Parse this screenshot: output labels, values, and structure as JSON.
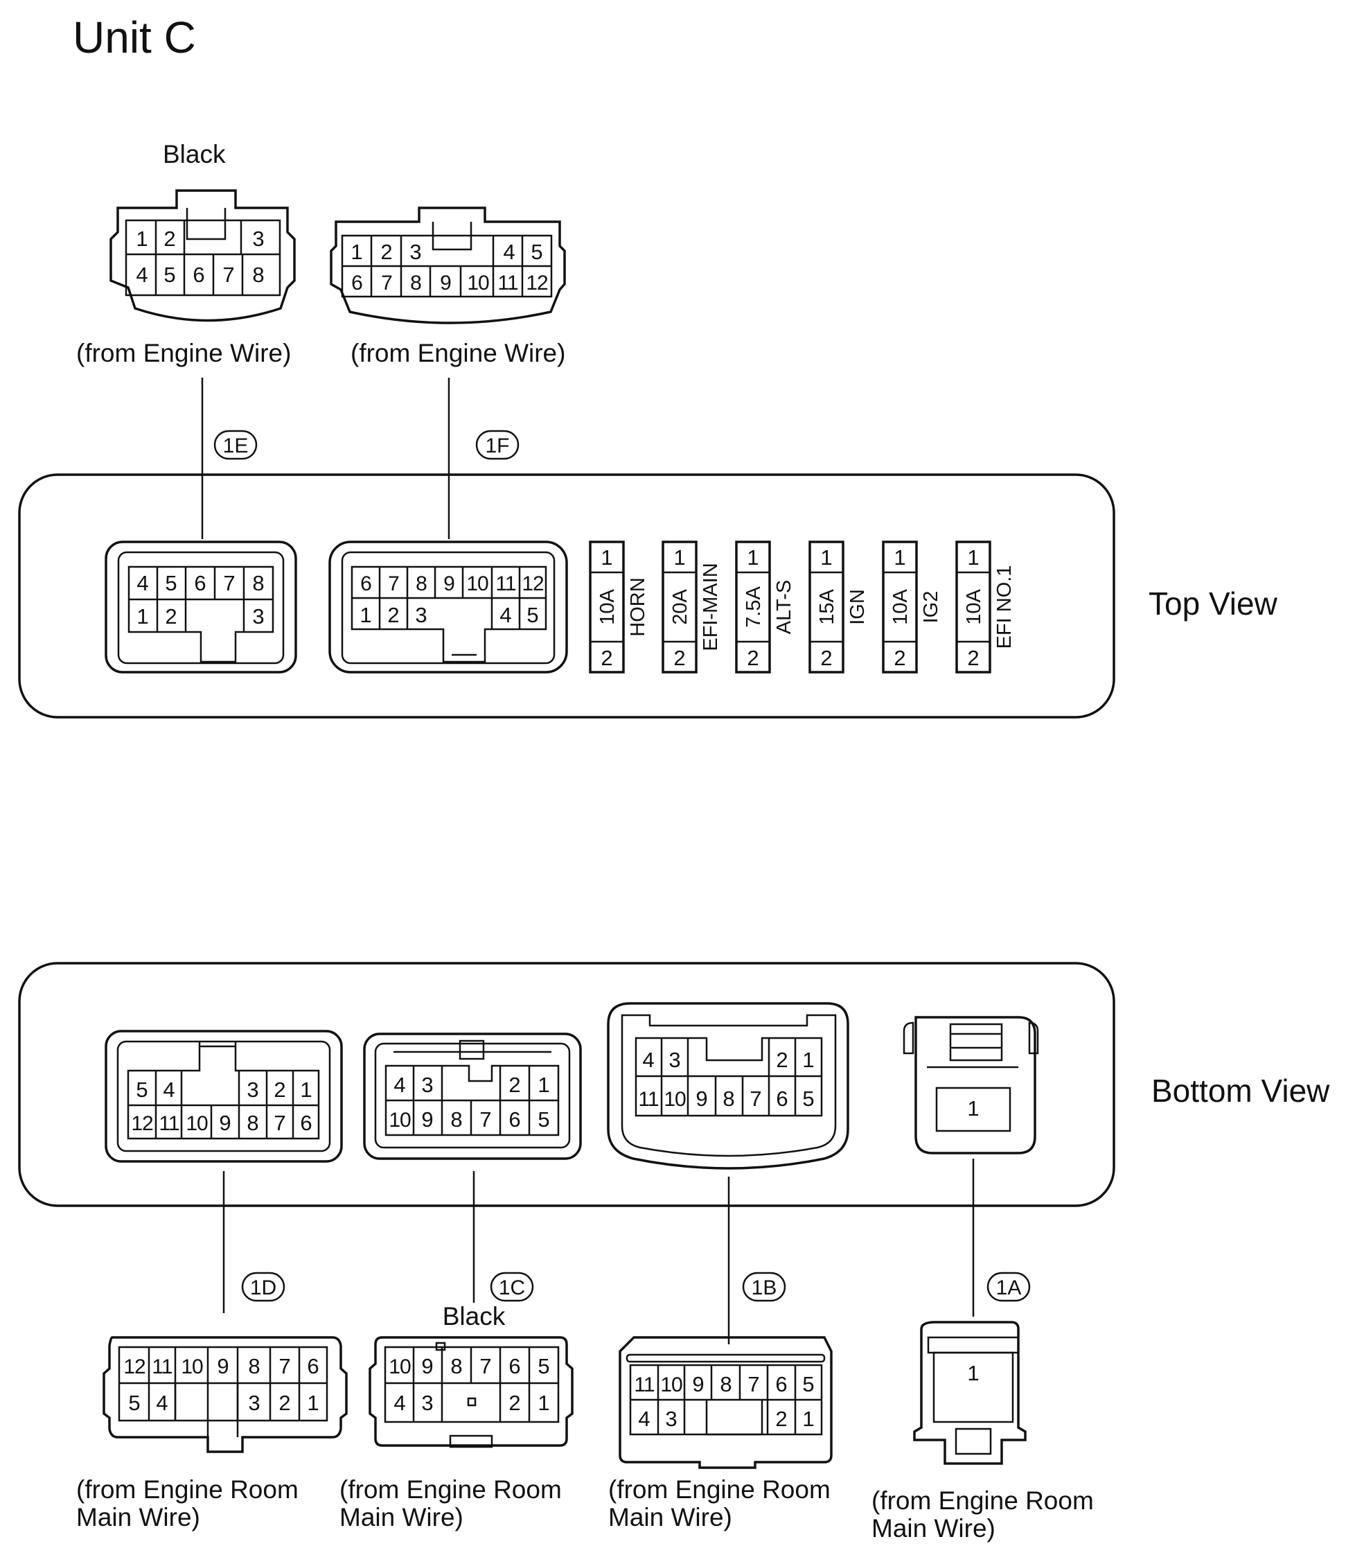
{
  "title": "Unit C",
  "top": {
    "view_label": "Top View",
    "connectors": [
      {
        "code": "1E",
        "color": "Black",
        "source": "(from Engine Wire)",
        "mating_top": [
          "1",
          "2",
          "3"
        ],
        "mating_bottom": [
          "4",
          "5",
          "6",
          "7",
          "8"
        ],
        "box_top": [
          "4",
          "5",
          "6",
          "7",
          "8"
        ],
        "box_bottom": [
          "1",
          "2",
          "3"
        ]
      },
      {
        "code": "1F",
        "source": "(from Engine Wire)",
        "mating_top": [
          "1",
          "2",
          "3",
          "4",
          "5"
        ],
        "mating_bottom": [
          "6",
          "7",
          "8",
          "9",
          "10",
          "11",
          "12"
        ],
        "box_top": [
          "6",
          "7",
          "8",
          "9",
          "10",
          "11",
          "12"
        ],
        "box_bottom": [
          "1",
          "2",
          "3",
          "4",
          "5"
        ]
      }
    ],
    "fuses": [
      {
        "amp": "10A",
        "name": "HORN",
        "pin1": "1",
        "pin2": "2"
      },
      {
        "amp": "20A",
        "name": "EFI-MAIN",
        "pin1": "1",
        "pin2": "2"
      },
      {
        "amp": "7.5A",
        "name": "ALT-S",
        "pin1": "1",
        "pin2": "2"
      },
      {
        "amp": "15A",
        "name": "IGN",
        "pin1": "1",
        "pin2": "2"
      },
      {
        "amp": "10A",
        "name": "IG2",
        "pin1": "1",
        "pin2": "2"
      },
      {
        "amp": "10A",
        "name": "EFI NO.1",
        "pin1": "1",
        "pin2": "2"
      }
    ]
  },
  "bottom": {
    "view_label": "Bottom View",
    "connectors": [
      {
        "code": "1D",
        "source_line1": "(from Engine Room",
        "source_line2": "Main Wire)",
        "box_top": [
          "5",
          "4",
          "3",
          "2",
          "1"
        ],
        "box_bottom": [
          "12",
          "11",
          "10",
          "9",
          "8",
          "7",
          "6"
        ],
        "mating_top": [
          "12",
          "11",
          "10",
          "9",
          "8",
          "7",
          "6"
        ],
        "mating_bottom": [
          "5",
          "4",
          "3",
          "2",
          "1"
        ]
      },
      {
        "code": "1C",
        "color": "Black",
        "source_line1": "(from Engine Room",
        "source_line2": "Main Wire)",
        "box_top": [
          "4",
          "3",
          "2",
          "1"
        ],
        "box_bottom": [
          "10",
          "9",
          "8",
          "7",
          "6",
          "5"
        ],
        "mating_top": [
          "10",
          "9",
          "8",
          "7",
          "6",
          "5"
        ],
        "mating_bottom": [
          "4",
          "3",
          "2",
          "1"
        ]
      },
      {
        "code": "1B",
        "source_line1": "(from Engine Room",
        "source_line2": "Main Wire)",
        "box_top": [
          "4",
          "3",
          "2",
          "1"
        ],
        "box_bottom": [
          "11",
          "10",
          "9",
          "8",
          "7",
          "6",
          "5"
        ],
        "mating_top": [
          "11",
          "10",
          "9",
          "8",
          "7",
          "6",
          "5"
        ],
        "mating_bottom": [
          "4",
          "3",
          "2",
          "1"
        ]
      },
      {
        "code": "1A",
        "source_line1": "(from Engine Room",
        "source_line2": "Main Wire)",
        "box_pin": "1",
        "mating_pin": "1"
      }
    ]
  }
}
